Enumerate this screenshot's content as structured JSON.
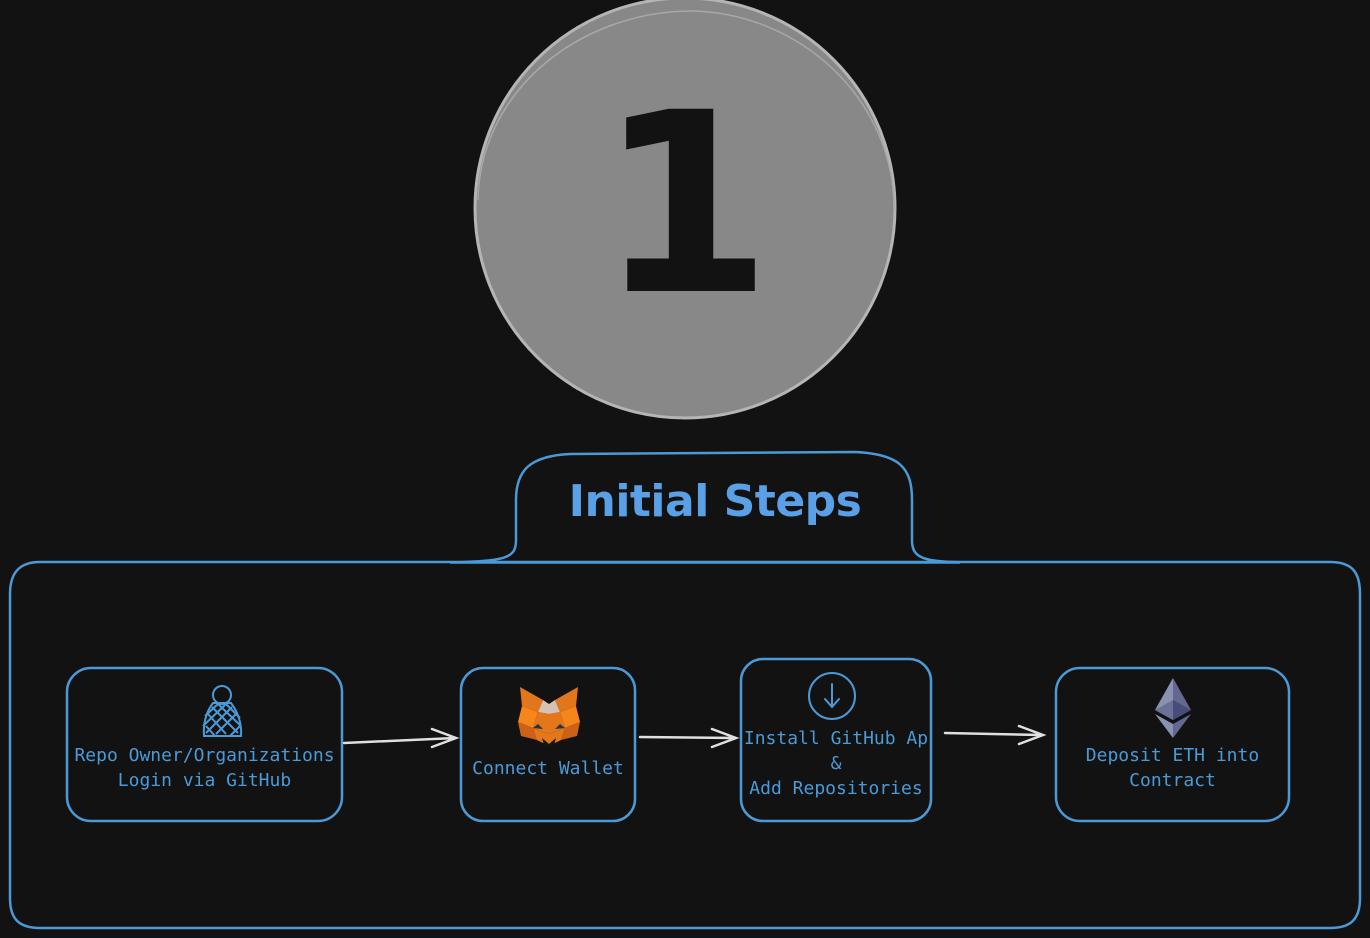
{
  "badge": {
    "number": "1"
  },
  "section": {
    "title": "Initial Steps"
  },
  "steps": [
    {
      "line1": "Repo Owner/Organizations",
      "line2": "Login via GitHub",
      "icon": "user-icon"
    },
    {
      "line1": "Connect Wallet",
      "icon": "metamask-fox-icon"
    },
    {
      "line1": "Install GitHub Ap",
      "line2": "&",
      "line3": "Add Repositories",
      "icon": "download-icon"
    },
    {
      "line1": "Deposit ETH into",
      "line2": "Contract",
      "icon": "ethereum-icon"
    }
  ],
  "colors": {
    "background": "#121212",
    "accent": "#4a9ad8",
    "badge_fill": "#888888",
    "badge_stroke": "#b5b5b5",
    "arrow": "#e0e0e0",
    "fox_orange": "#e2761b"
  }
}
